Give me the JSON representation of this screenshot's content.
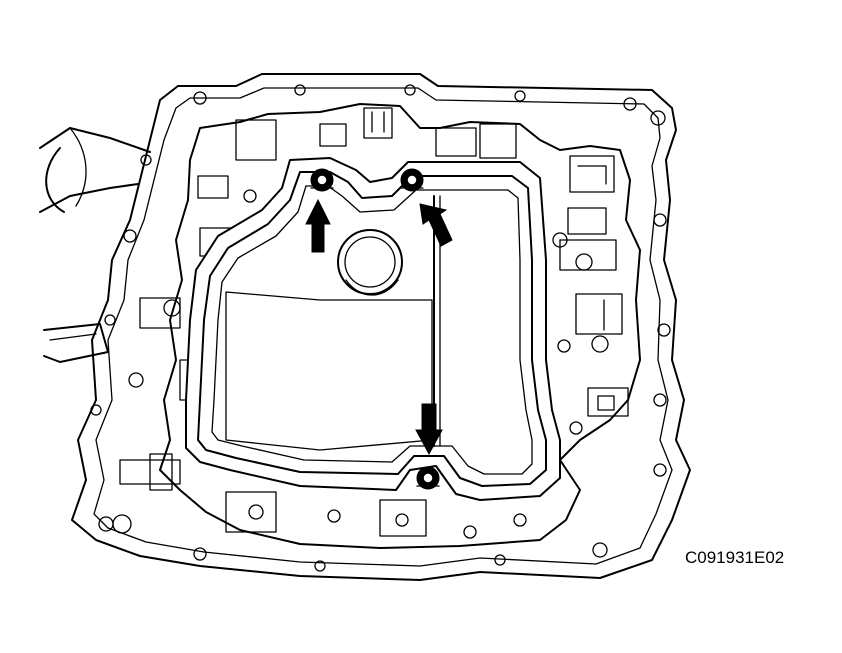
{
  "figure": {
    "code": "C091931E02"
  },
  "colors": {
    "line": "#000000",
    "background": "#ffffff"
  },
  "callouts": [
    {
      "target": "bolt-top-left",
      "direction": "up"
    },
    {
      "target": "bolt-top-right",
      "direction": "up-left"
    },
    {
      "target": "bolt-bottom",
      "direction": "down"
    }
  ]
}
